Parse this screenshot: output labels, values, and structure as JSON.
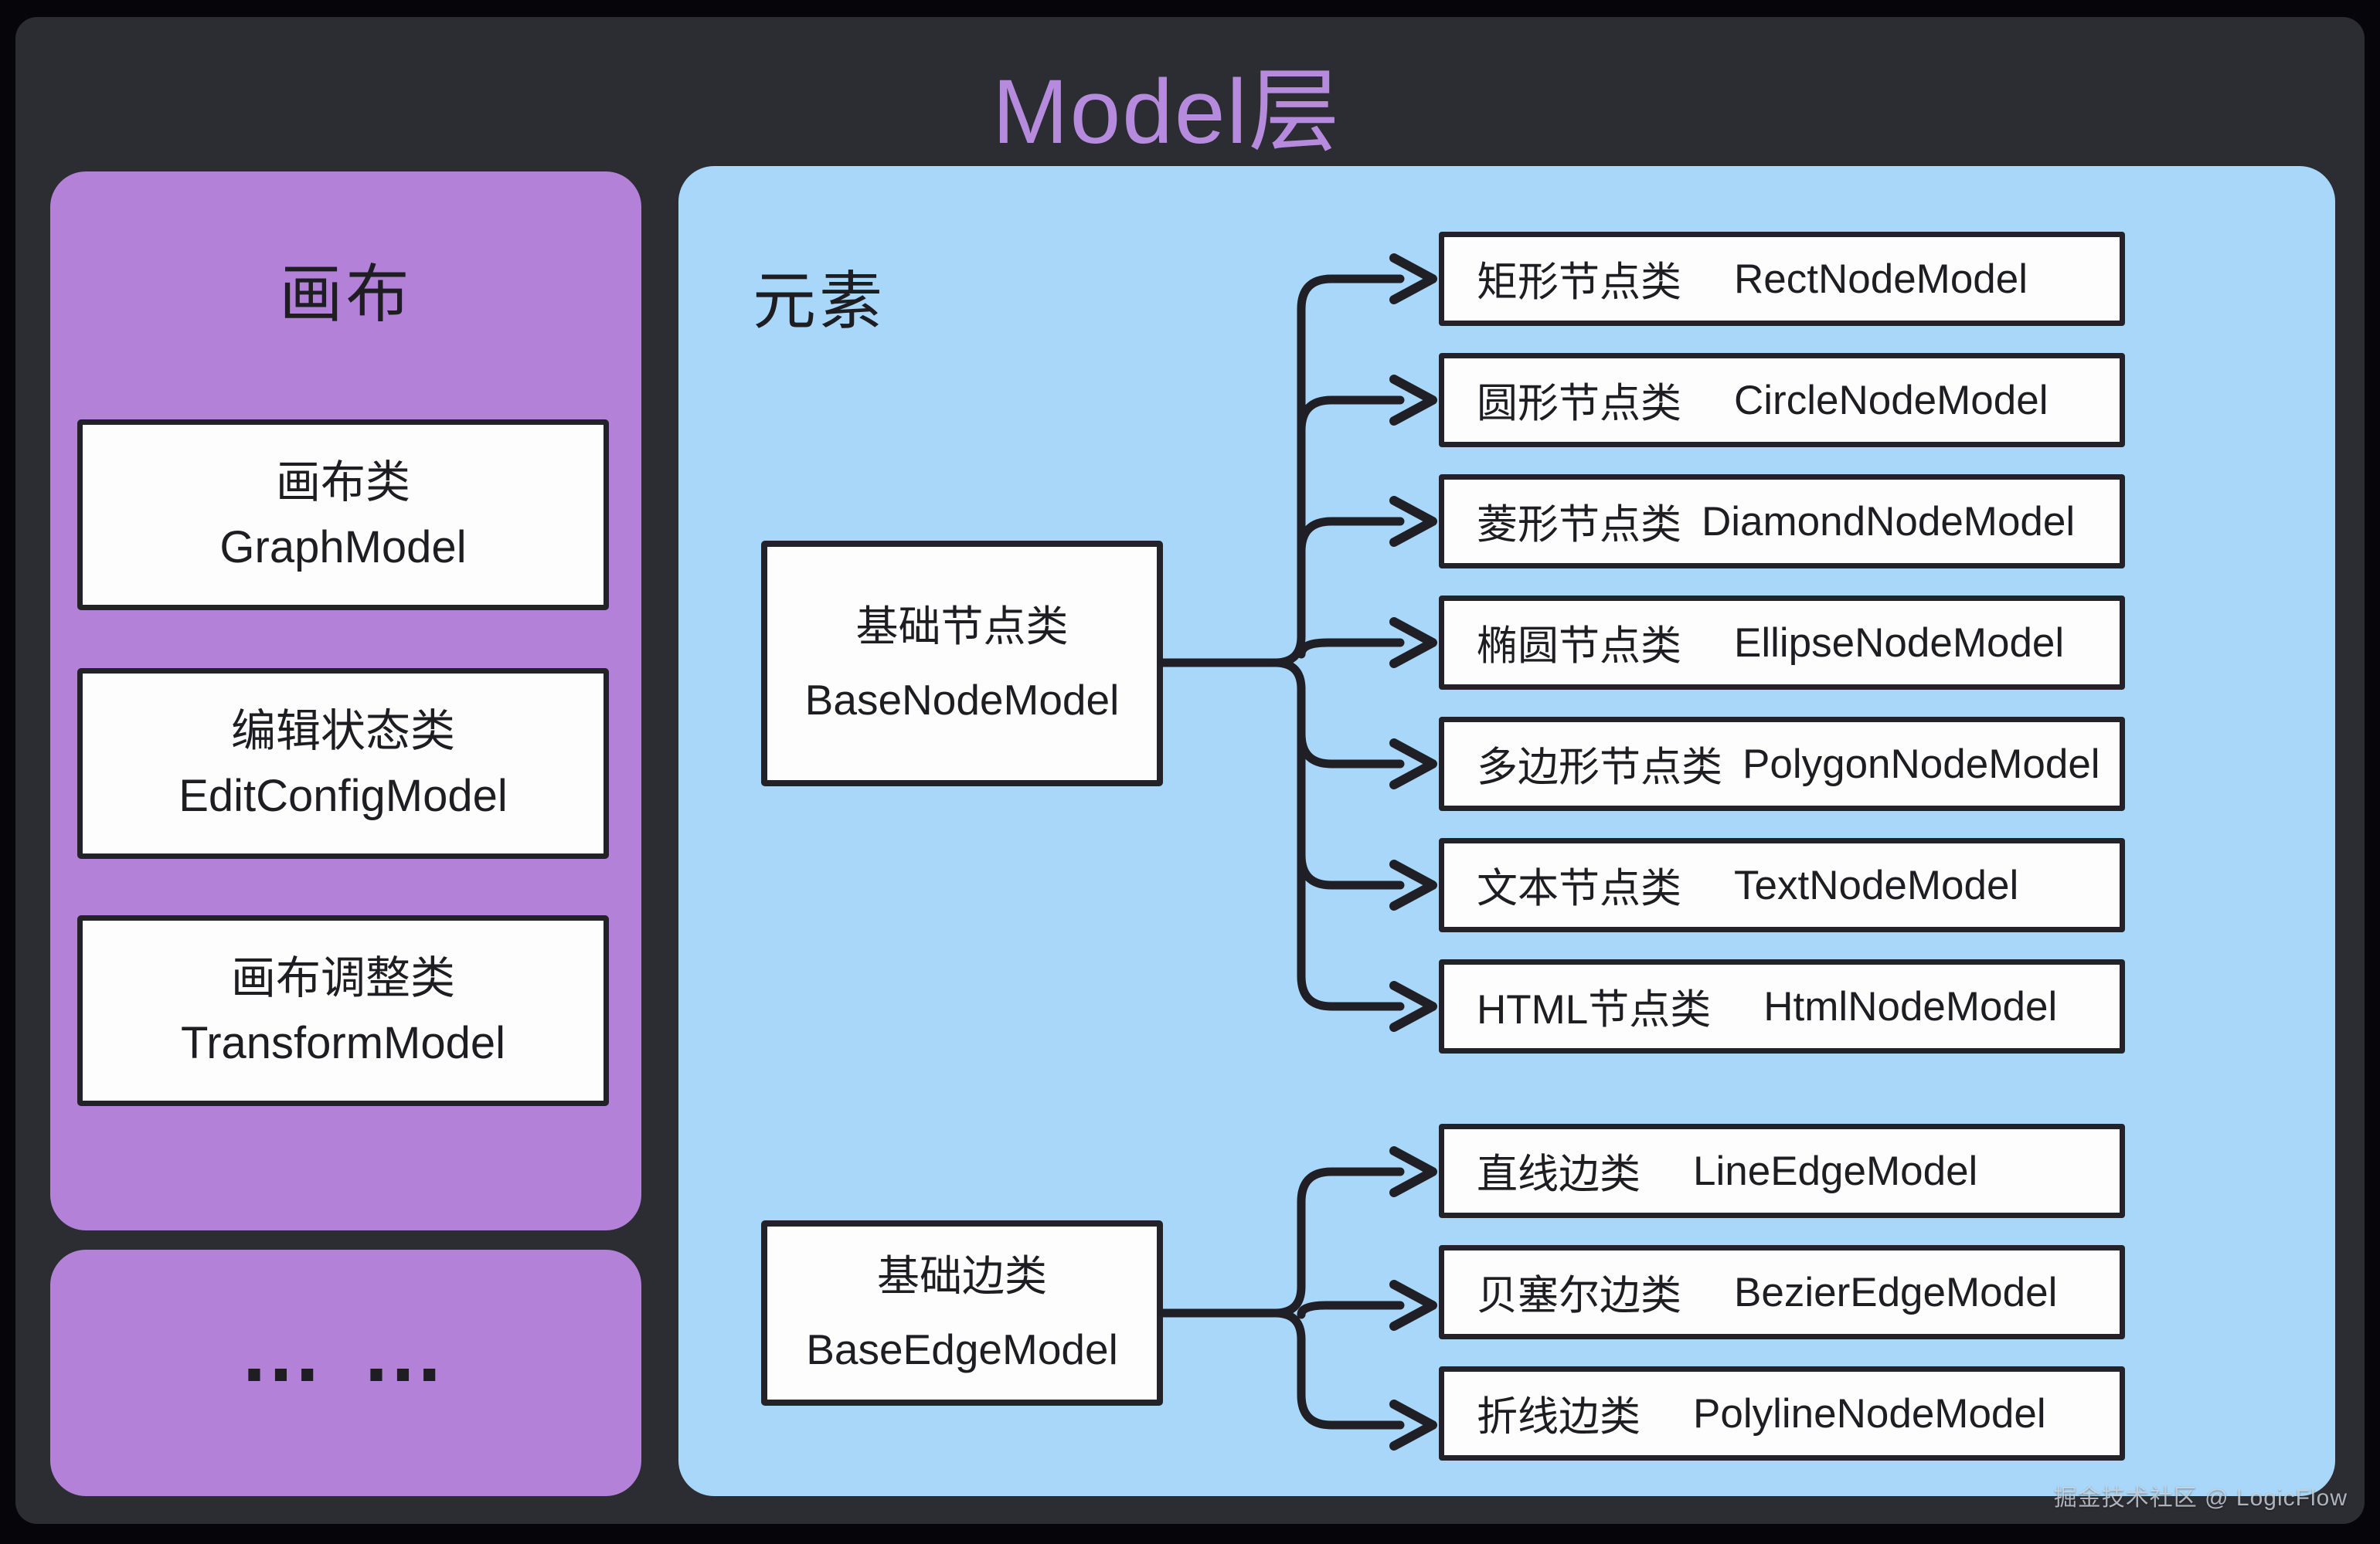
{
  "title": "Model层",
  "colors": {
    "outer_background": "#06060a",
    "inner_background": "#2b2d33",
    "purple_panel": "#b382d8",
    "blue_panel": "#a8d7f9",
    "title_purple": "#b68bdd",
    "box_fill": "#fdfdfe",
    "line_dark": "#1f1f25"
  },
  "canvas_panel": {
    "title": "画布",
    "boxes": [
      {
        "zh": "画布类",
        "en": "GraphModel"
      },
      {
        "zh": "编辑状态类",
        "en": "EditConfigModel"
      },
      {
        "zh": "画布调整类",
        "en": "TransformModel"
      }
    ]
  },
  "more_panel": {
    "label": "… …"
  },
  "elements_panel": {
    "title": "元素",
    "base_node": {
      "zh": "基础节点类",
      "en": "BaseNodeModel"
    },
    "base_edge": {
      "zh": "基础边类",
      "en": "BaseEdgeModel"
    },
    "node_models": [
      {
        "zh": "矩形节点类",
        "en": "RectNodeModel"
      },
      {
        "zh": "圆形节点类",
        "en": "CircleNodeModel"
      },
      {
        "zh": "菱形节点类",
        "en": "DiamondNodeModel"
      },
      {
        "zh": "椭圆节点类",
        "en": "EllipseNodeModel"
      },
      {
        "zh": "多边形节点类",
        "en": "PolygonNodeModel"
      },
      {
        "zh": "文本节点类",
        "en": "TextNodeModel"
      },
      {
        "zh": "HTML节点类",
        "en": "HtmlNodeModel"
      }
    ],
    "edge_models": [
      {
        "zh": "直线边类",
        "en": "LineEdgeModel"
      },
      {
        "zh": "贝塞尔边类",
        "en": "BezierEdgeModel"
      },
      {
        "zh": "折线边类",
        "en": "PolylineNodeModel"
      }
    ]
  },
  "watermark": "掘金技术社区 @ LogicFlow"
}
